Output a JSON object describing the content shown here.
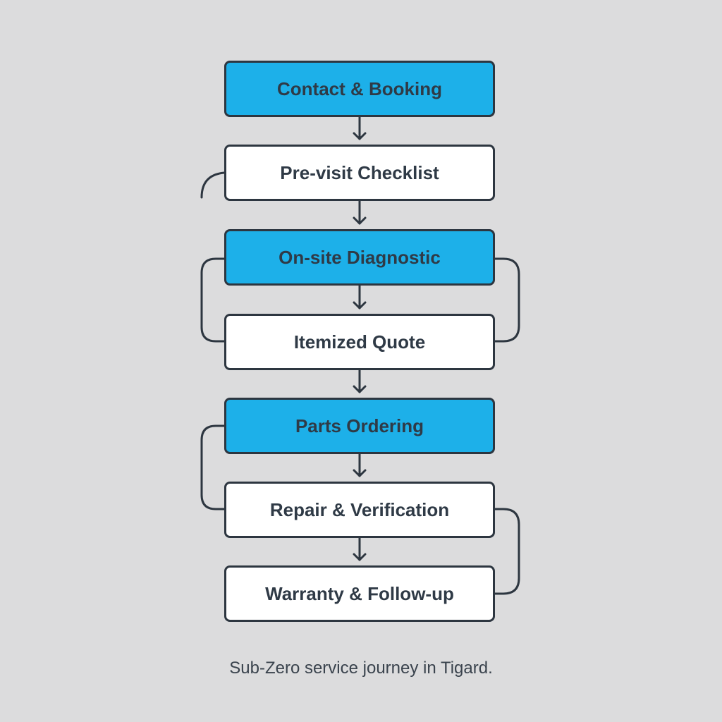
{
  "diagram": {
    "steps": [
      {
        "label": "Contact & Booking",
        "style": "highlight"
      },
      {
        "label": "Pre-visit Checklist",
        "style": "plain"
      },
      {
        "label": "On-site Diagnostic",
        "style": "highlight"
      },
      {
        "label": "Itemized Quote",
        "style": "plain"
      },
      {
        "label": "Parts Ordering",
        "style": "highlight"
      },
      {
        "label": "Repair & Verification",
        "style": "plain"
      },
      {
        "label": "Warranty & Follow-up",
        "style": "plain"
      }
    ],
    "caption": "Sub-Zero service journey in Tigard."
  },
  "colors": {
    "highlight": "#1db0e9",
    "plain": "#ffffff",
    "border": "#2d3640",
    "text": "#2f3a46",
    "background": "#dcdcdd"
  }
}
